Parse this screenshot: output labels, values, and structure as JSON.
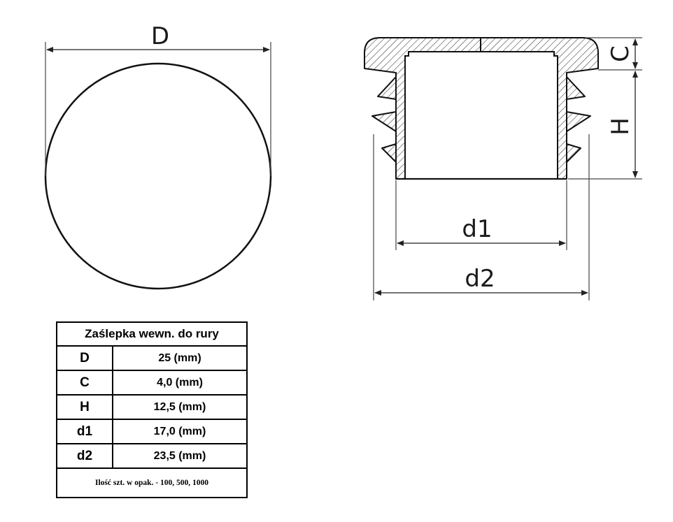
{
  "dimensions": {
    "D": "D",
    "C": "C",
    "H": "H",
    "d1": "d1",
    "d2": "d2"
  },
  "table": {
    "title": "Zaślepka wewn. do rury",
    "rows": [
      {
        "key": "D",
        "value": "25 (mm)"
      },
      {
        "key": "C",
        "value": "4,0 (mm)"
      },
      {
        "key": "H",
        "value": "12,5 (mm)"
      },
      {
        "key": "d1",
        "value": "17,0 (mm)"
      },
      {
        "key": "d2",
        "value": "23,5 (mm)"
      }
    ],
    "footer": "Ilość szt. w opak. - 100, 500, 1000"
  }
}
